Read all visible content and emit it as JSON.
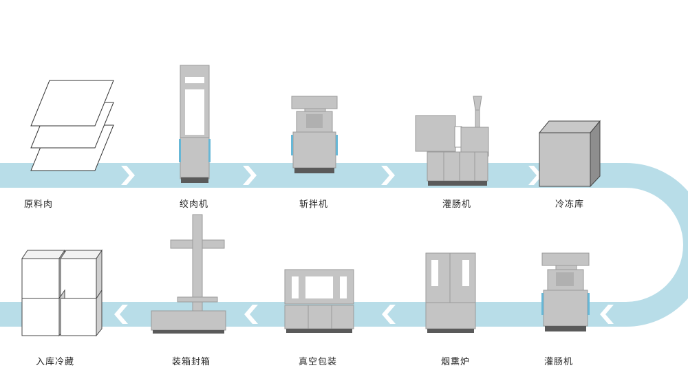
{
  "flow": {
    "top_row": [
      {
        "id": "raw",
        "label": "原料肉",
        "icon": "paper-stack-icon"
      },
      {
        "id": "grinder",
        "label": "绞肉机",
        "icon": "grinder-machine-icon"
      },
      {
        "id": "stirrer",
        "label": "斩拌机",
        "icon": "mixer-machine-icon"
      },
      {
        "id": "filler",
        "label": "灌肠机",
        "icon": "filling-machine-icon"
      },
      {
        "id": "cooling",
        "label": "冷冻库",
        "icon": "freezer-box-icon"
      }
    ],
    "bottom_row": [
      {
        "id": "storage",
        "label": "入库冷藏",
        "icon": "storage-boxes-icon"
      },
      {
        "id": "boxing",
        "label": "装箱封箱",
        "icon": "boxing-machine-icon"
      },
      {
        "id": "vacuum",
        "label": "真空包装",
        "icon": "vacuum-packer-icon"
      },
      {
        "id": "smoker",
        "label": "烟熏炉",
        "icon": "smoke-oven-icon"
      },
      {
        "id": "stuffer",
        "label": "灌肠机",
        "icon": "stuffing-machine-icon"
      }
    ]
  },
  "colors": {
    "conveyor": "#b8dde8",
    "machine": "#c4c4c4",
    "machine_edge": "#9a9a9a",
    "machine_dark": "#5a5a5a",
    "accent": "#67b7d6",
    "arrow": "#ffffff"
  }
}
